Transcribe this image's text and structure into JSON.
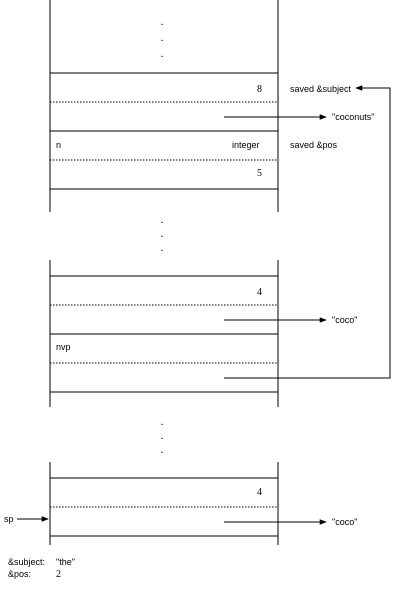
{
  "stack": {
    "frame1": {
      "value_8": "8",
      "label_saved_subject": "saved &subject",
      "string_coconuts": "\"coconuts\"",
      "var_n": "n",
      "type_integer": "integer",
      "label_saved_pos": "saved &pos",
      "value_5": "5"
    },
    "frame2": {
      "value_4": "4",
      "string_coco": "\"coco\"",
      "var_nvp": "nvp"
    },
    "frame3": {
      "label_sp": "sp",
      "value_4": "4",
      "string_coco": "\"coco\""
    },
    "ellipsis": "."
  },
  "footer": {
    "subject_label": "&subject:",
    "subject_value": "\"the\"",
    "pos_label": "&pos:",
    "pos_value": "2"
  }
}
